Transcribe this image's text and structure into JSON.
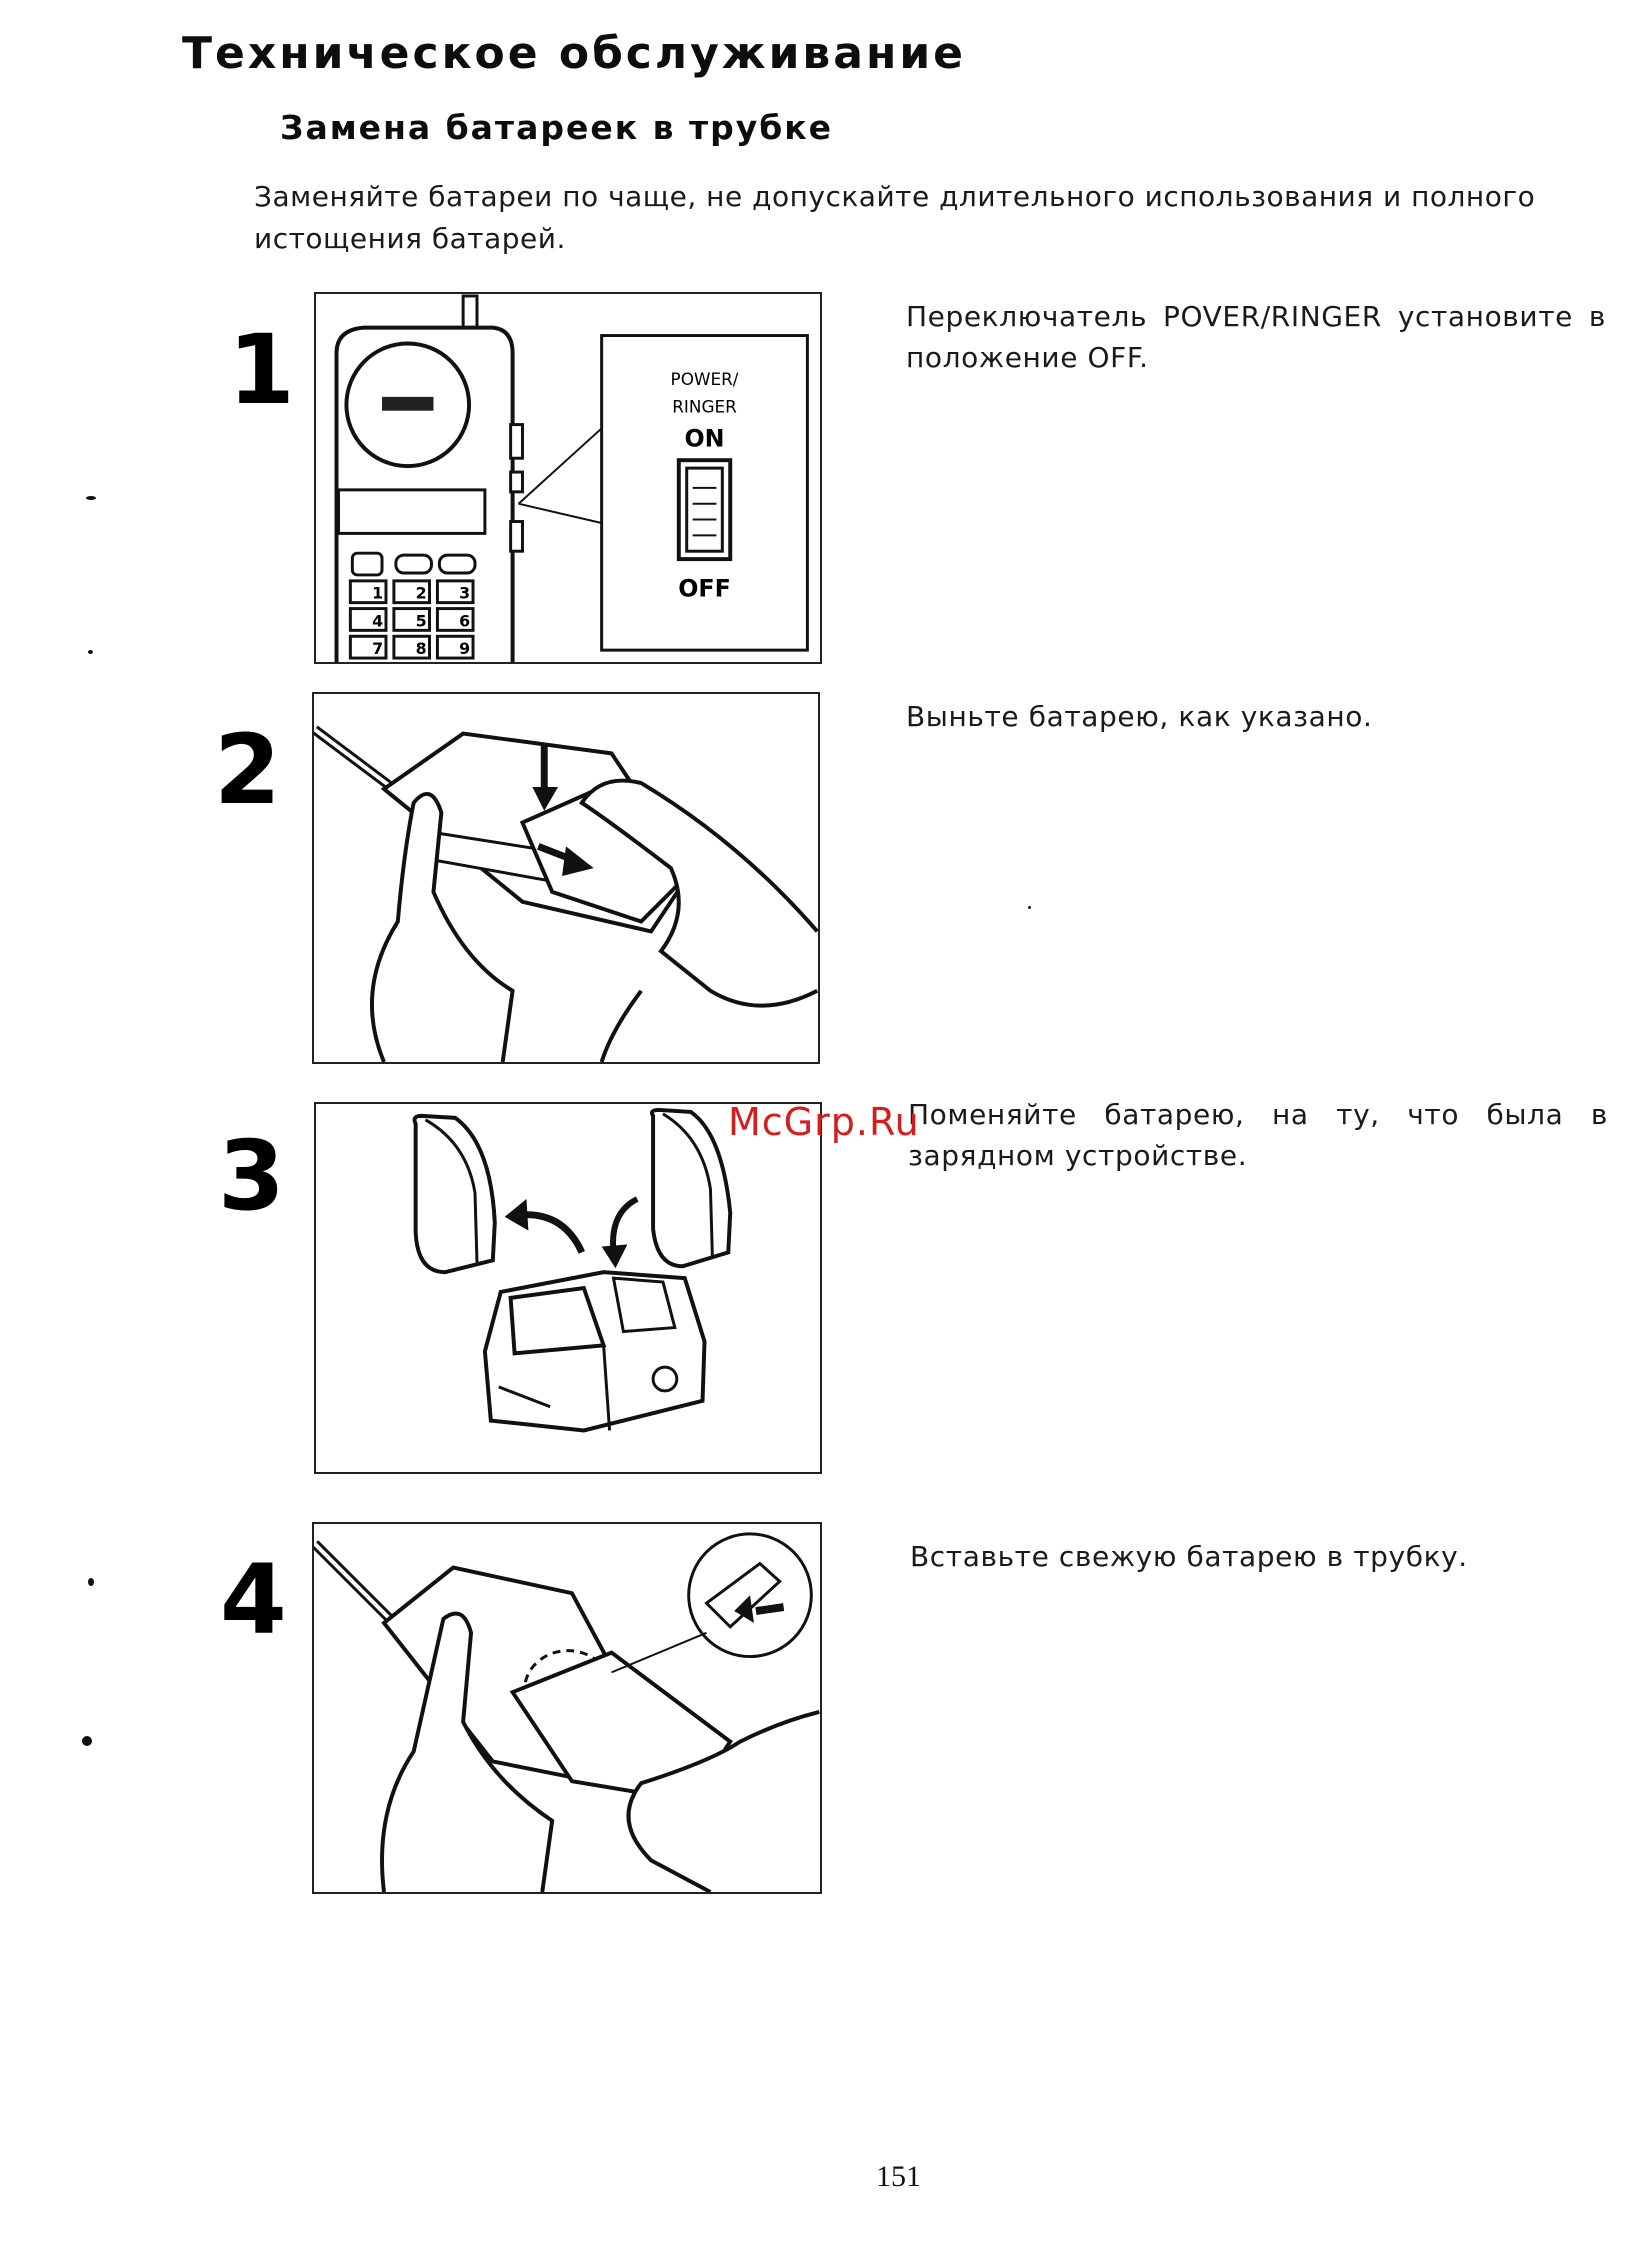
{
  "header": {
    "title": "Техническое обслуживание",
    "subtitle": "Замена батареек в трубке"
  },
  "intro": "Заменяйте батареи по чаще, не допускайте длительного использования и полного истощения батарей.",
  "steps": [
    {
      "number": "1",
      "text": "Переключатель POVER/RINGER установите в положение OFF."
    },
    {
      "number": "2",
      "text": "Выньте батарею, как указано."
    },
    {
      "number": "3",
      "text": "Поменяйте батарею, на ту, что была в зарядном устройстве."
    },
    {
      "number": "4",
      "text": "Вставьте свежую батарею в трубку."
    }
  ],
  "figure1": {
    "switch_label_top": "POWER/",
    "switch_label_mid": "RINGER",
    "switch_on": "ON",
    "switch_off": "OFF",
    "keys": [
      "1",
      "2",
      "3",
      "4",
      "5",
      "6",
      "7",
      "8",
      "9"
    ]
  },
  "watermark": "McGrp.Ru",
  "page_number": "151",
  "colors": {
    "ink": "#111111",
    "watermark": "#d41e1e",
    "paper": "#ffffff"
  }
}
